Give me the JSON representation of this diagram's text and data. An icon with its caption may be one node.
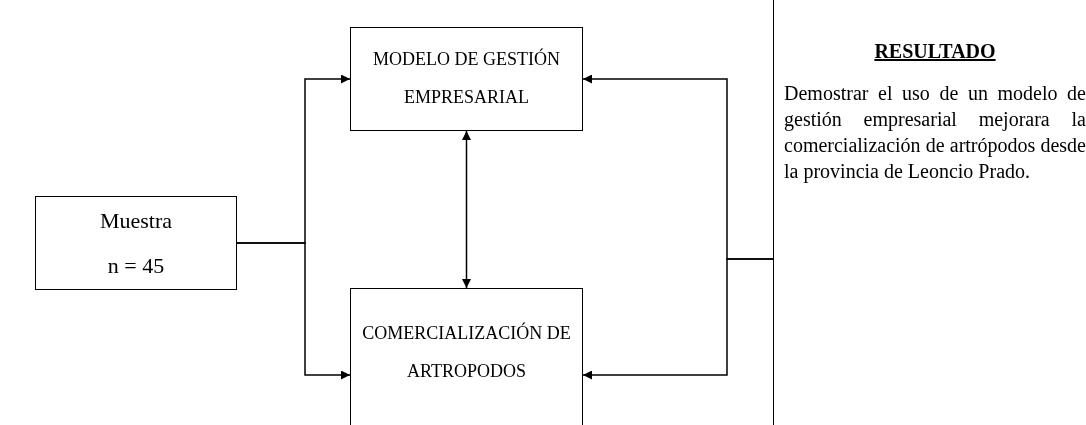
{
  "diagram": {
    "nodes": [
      {
        "text": [
          "Muestra",
          "n = 45"
        ]
      },
      {
        "text": [
          "MODELO DE GESTIÓN EMPRESARIAL"
        ]
      },
      {
        "text": [
          "COMERCIALIZACIÓN DE ARTROPODOS"
        ]
      },
      {
        "text": [
          "RESULTADO",
          "Demostrar el uso de un modelo de gestión empresarial mejorara la comercialización de artrópodos desde la provincia de Leoncio Prado."
        ]
      }
    ],
    "edges": [
      {
        "from": 0,
        "to": 1,
        "arrow": "to"
      },
      {
        "from": 0,
        "to": 2,
        "arrow": "to"
      },
      {
        "from": 1,
        "to": 2,
        "arrow": "both"
      },
      {
        "from": 3,
        "to": 1,
        "arrow": "to"
      },
      {
        "from": 3,
        "to": 2,
        "arrow": "to"
      }
    ]
  }
}
